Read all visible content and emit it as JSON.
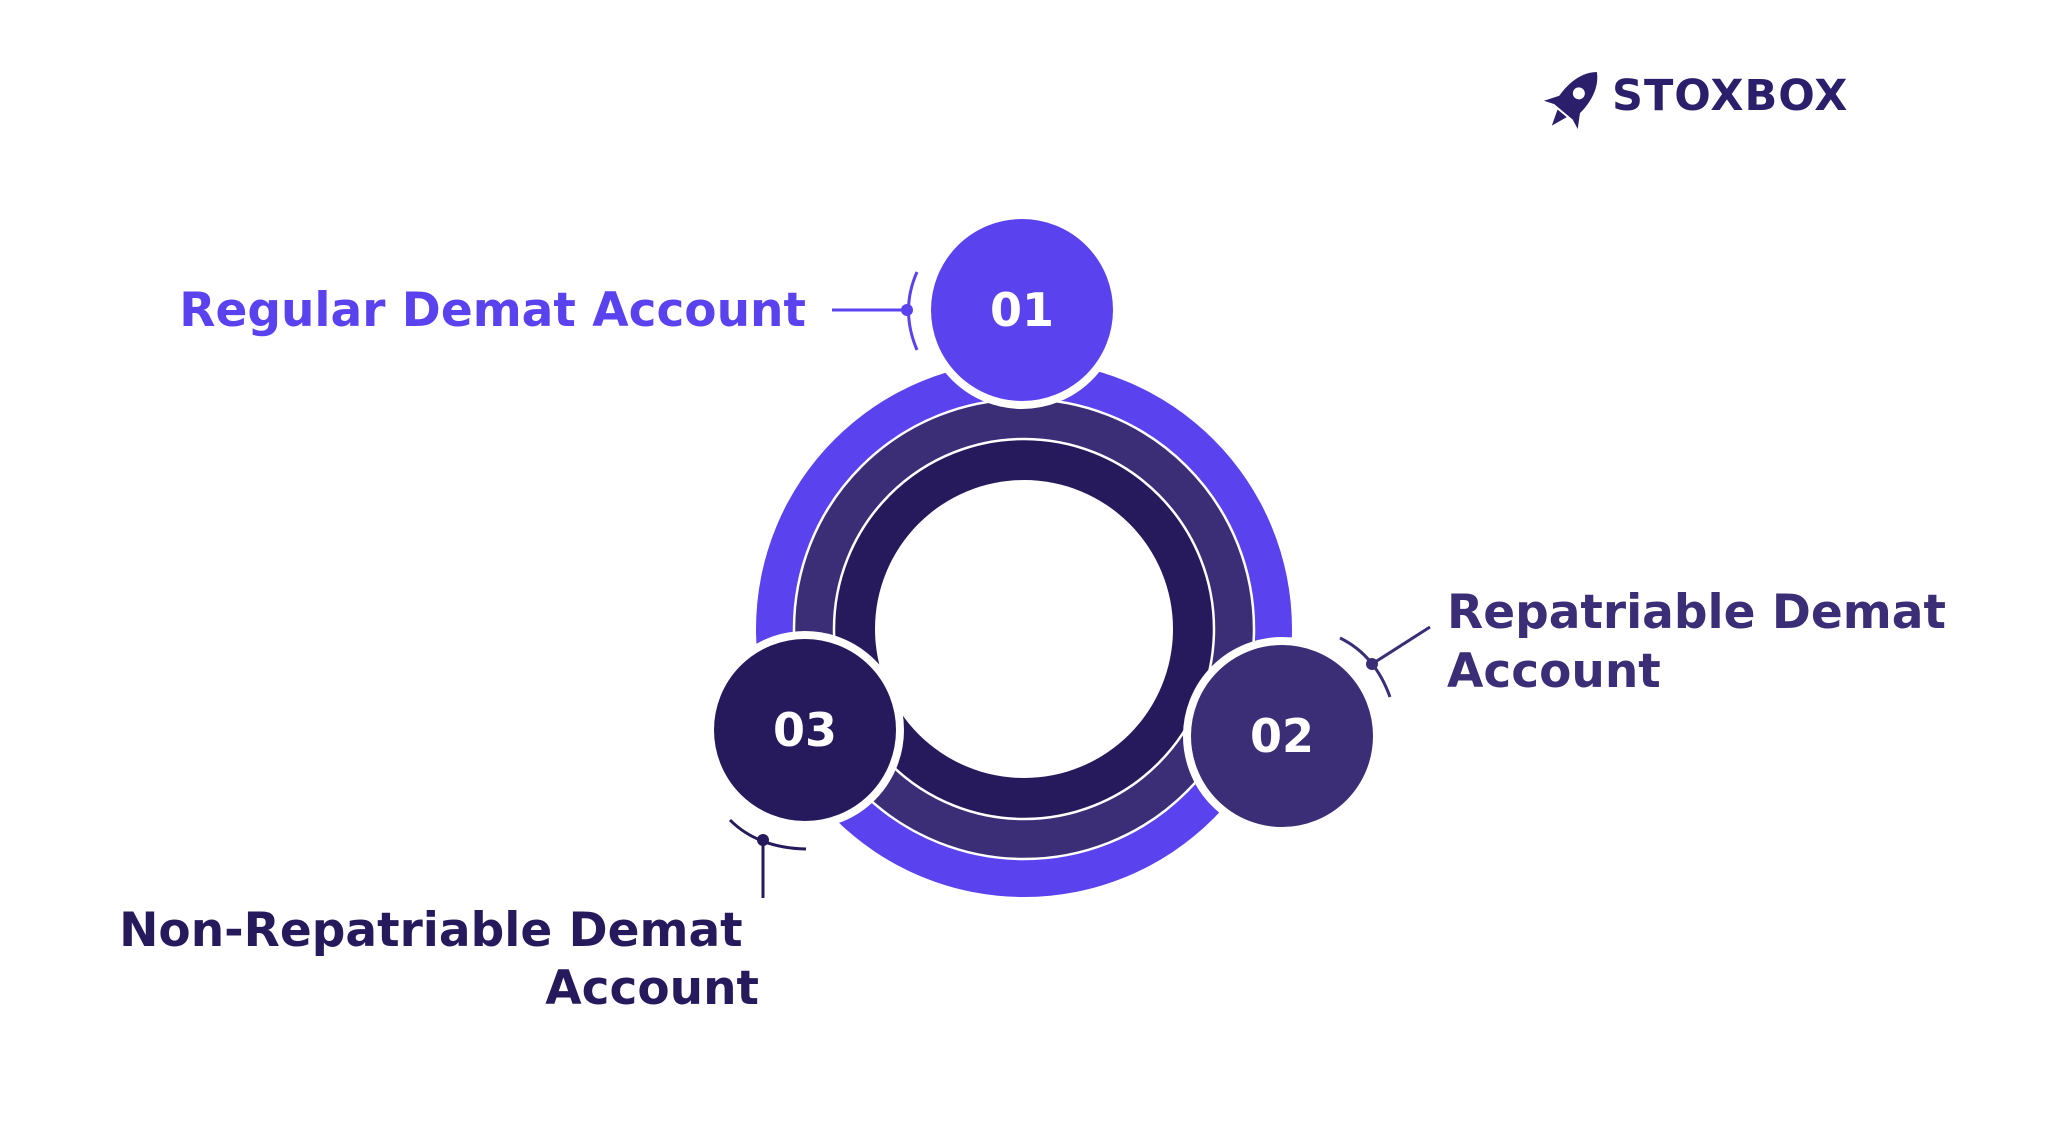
{
  "brand": {
    "name": "STOXBOX",
    "icon": "rocket-icon"
  },
  "colors": {
    "item_01": "#5a43ee",
    "item_02": "#3b2d76",
    "item_03": "#261a5c",
    "outer_ring": "#5a43ee",
    "middle_ring": "#3b2d76",
    "inner_ring": "#261a5c",
    "label_01": "#5a43ee",
    "label_02": "#3b2d76",
    "label_03": "#261a5c"
  },
  "items": [
    {
      "number": "01",
      "label_lines": [
        "Regular Demat Account"
      ]
    },
    {
      "number": "02",
      "label_lines": [
        "Repatriable Demat",
        "Account"
      ]
    },
    {
      "number": "03",
      "label_lines": [
        "Non-Repatriable Demat",
        "Account"
      ]
    }
  ]
}
